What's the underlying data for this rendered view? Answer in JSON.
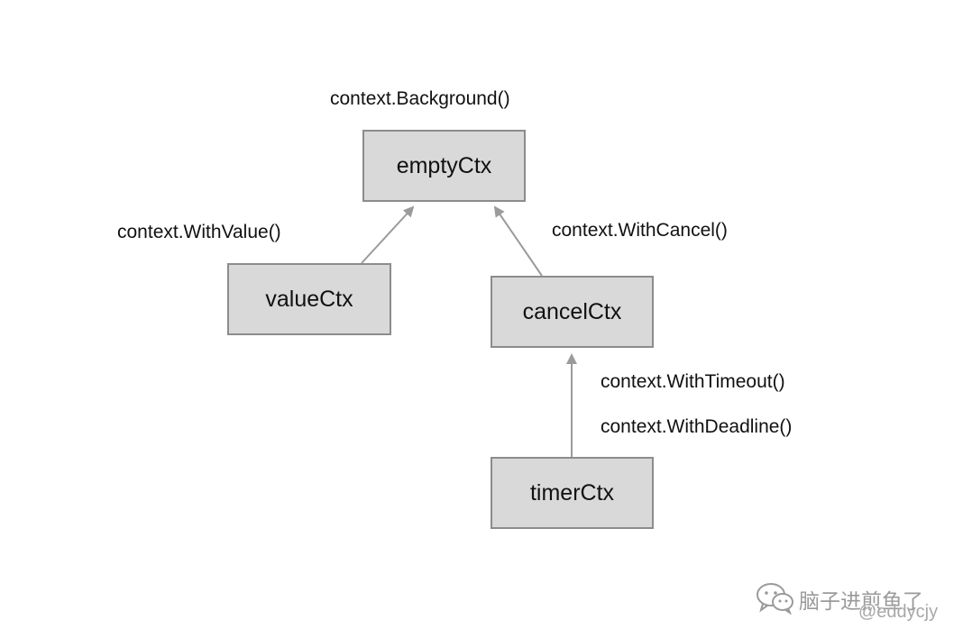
{
  "nodes": {
    "empty": "emptyCtx",
    "value": "valueCtx",
    "cancel": "cancelCtx",
    "timer": "timerCtx"
  },
  "labels": {
    "background": "context.Background()",
    "with_value": "context.WithValue()",
    "with_cancel": "context.WithCancel()",
    "with_timeout": "context.WithTimeout()",
    "with_deadline": "context.WithDeadline()"
  },
  "watermark": {
    "icon": "wechat-icon",
    "name": "脑子进煎鱼了",
    "handle": "@eddycjy"
  },
  "colors": {
    "node_fill": "#d9d9d9",
    "node_border": "#8c8c8c",
    "arrow": "#9b9b9b",
    "watermark": "#9a9a9a"
  }
}
